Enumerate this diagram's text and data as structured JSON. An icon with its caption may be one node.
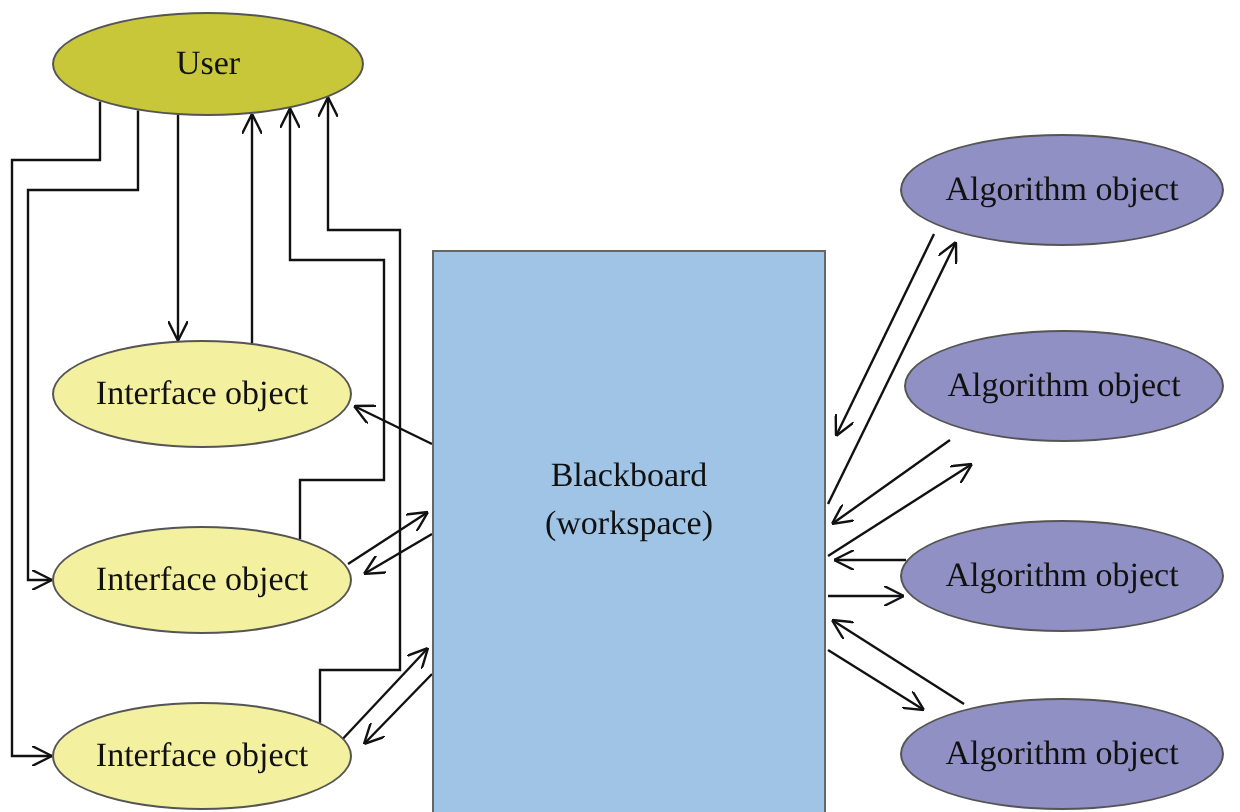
{
  "diagram": {
    "nodes": [
      {
        "text": [
          "User"
        ]
      },
      {
        "text": [
          "Interface object"
        ]
      },
      {
        "text": [
          "Interface object"
        ]
      },
      {
        "text": [
          "Interface object"
        ]
      },
      {
        "text": [
          "Blackboard (workspace)"
        ]
      },
      {
        "text": [
          "Algorithm object"
        ]
      },
      {
        "text": [
          "Algorithm object"
        ]
      },
      {
        "text": [
          "Algorithm object"
        ]
      },
      {
        "text": [
          "Algorithm object"
        ]
      }
    ],
    "edges": [
      {
        "from": 0,
        "to": 3,
        "arrow": "to"
      },
      {
        "from": 0,
        "to": 2,
        "arrow": "to"
      },
      {
        "from": 0,
        "to": 1,
        "arrow": "to"
      },
      {
        "from": 1,
        "to": 0,
        "arrow": "to"
      },
      {
        "from": 2,
        "to": 0,
        "arrow": "to"
      },
      {
        "from": 3,
        "to": 0,
        "arrow": "to"
      },
      {
        "from": 4,
        "to": 1,
        "arrow": "to"
      },
      {
        "from": 2,
        "to": 4,
        "arrow": "to"
      },
      {
        "from": 4,
        "to": 2,
        "arrow": "to"
      },
      {
        "from": 3,
        "to": 4,
        "arrow": "to"
      },
      {
        "from": 4,
        "to": 3,
        "arrow": "to"
      },
      {
        "from": 5,
        "to": 4,
        "arrow": "to"
      },
      {
        "from": 4,
        "to": 5,
        "arrow": "to"
      },
      {
        "from": 6,
        "to": 4,
        "arrow": "to"
      },
      {
        "from": 4,
        "to": 6,
        "arrow": "to"
      },
      {
        "from": 7,
        "to": 4,
        "arrow": "to"
      },
      {
        "from": 4,
        "to": 7,
        "arrow": "to"
      },
      {
        "from": 8,
        "to": 4,
        "arrow": "to"
      },
      {
        "from": 4,
        "to": 8,
        "arrow": "to"
      }
    ]
  }
}
